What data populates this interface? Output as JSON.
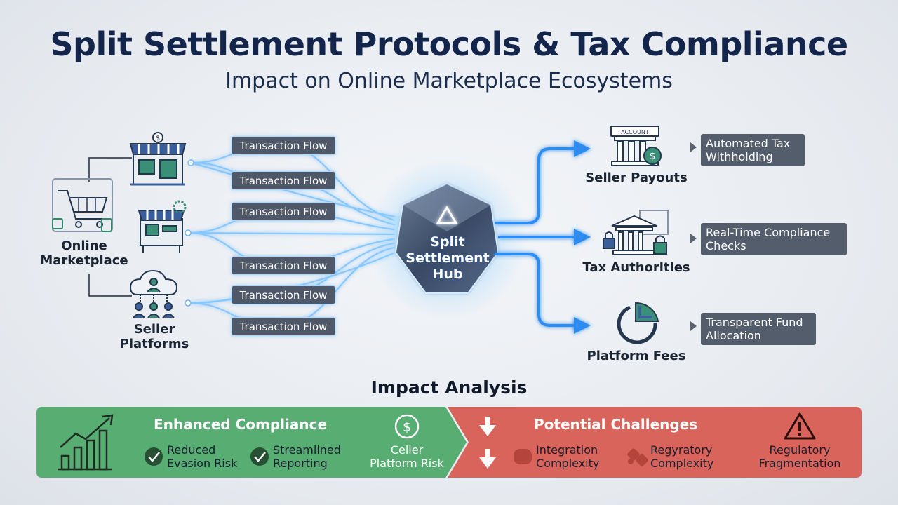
{
  "header": {
    "title": "Split Settlement Protocols & Tax Compliance",
    "subtitle": "Impact on Online Marketplace Ecosystems"
  },
  "sources": {
    "online_marketplace": "Online Marketplace",
    "seller_platforms": "Seller Platforms"
  },
  "flows": [
    "Transaction Flow",
    "Transaction Flow",
    "Transaction Flow",
    "Transaction Flow",
    "Transaction Flow",
    "Transaction Flow"
  ],
  "hub": {
    "label": "Split Settlement Hub"
  },
  "outputs": [
    {
      "label": "Seller Payouts",
      "detail": "Automated Tax Withholding",
      "icon": "bank-dollar-icon",
      "sign": "ACCOUNT"
    },
    {
      "label": "Tax Authorities",
      "detail": "Real-Time Compliance Checks",
      "icon": "government-lock-icon"
    },
    {
      "label": "Platform Fees",
      "detail": "Transparent Fund Allocation",
      "icon": "pie-chart-icon"
    }
  ],
  "impact": {
    "title": "Impact Analysis",
    "positive": {
      "title": "Enhanced Compliance",
      "items": [
        "Reduced Evasion Risk",
        "Streamlined Reporting"
      ],
      "extra": "Celler Platform Risk"
    },
    "negative": {
      "title": "Potential Challenges",
      "items": [
        "Integration Complexity",
        "Regyratory Complexity",
        "Regulatory Fragmentation"
      ]
    }
  },
  "colors": {
    "title": "#13254a",
    "flow_blue": "#2e8cf0",
    "positive_green": "#58ad73",
    "negative_red": "#d8645b"
  }
}
